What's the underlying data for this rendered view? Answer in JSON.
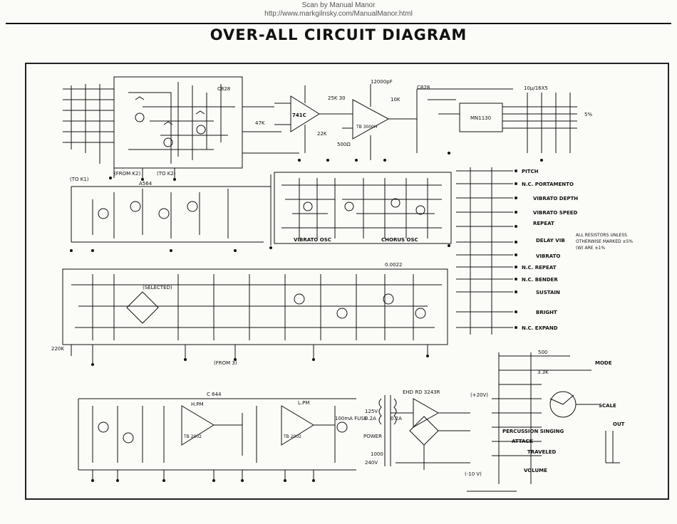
{
  "header": {
    "scan_credit": "Scan by Manual Manor",
    "scan_url": "http://www.markgilnsky.com/ManualManor.html",
    "title": "OVER-ALL CIRCUIT DIAGRAM"
  },
  "tone_generator": {
    "ic_741": "741C",
    "ic_tb": "TB 3000H",
    "r1": "22K",
    "r2": "47K",
    "r3": "500Ω",
    "r4": "10K",
    "c1": "12000pF",
    "c2": "C828",
    "c3": "C828",
    "r_25k": "25K 30",
    "from_k2": "(FROM K2)",
    "to_k1": "(TO K1)",
    "to_k2": "(TO K2)",
    "divider_ic": "MN1130"
  },
  "oscillators": {
    "vibrato_osc": "VIBRATO OSC",
    "chorus_osc": "CHORUS OSC",
    "a564": "A564"
  },
  "filter": {
    "selected": "(SELECTED)",
    "from_lbl": "(FROM 3)",
    "c_0022": "0.0022",
    "r_220k": "220K"
  },
  "switches": [
    "PITCH",
    "N.C. PORTAMENTO",
    "VIBRATO DEPTH",
    "VIBRATO SPEED",
    "REPEAT",
    "DELAY VIB",
    "VIBRATO",
    "N.C. REPEAT",
    "N.C. BENDER",
    "SUSTAIN",
    "BRIGHT",
    "N.C. EXPAND"
  ],
  "tolerance_note": {
    "line1": "ALL RESISTORS UNLESS",
    "line2": "OTHERWISE MARKED ±5%",
    "line3": "(W) ARE ±1%"
  },
  "right_side": {
    "percent": "5%",
    "caps": "10μ/16X5",
    "mode": "MODE",
    "scale": "SCALE",
    "out": "OUT",
    "r_33k": "3.3K",
    "key_500": "500"
  },
  "bottom": {
    "ic_left": "TB 2002",
    "ic_right": "TB 2002",
    "hpm": "H.PM",
    "lpm": "L.PM",
    "c644": "C 644",
    "fuse": "100mA FUSE",
    "power": "POWER",
    "r_100": "1000",
    "ehd": "EHD RD 3243R",
    "percussion": "PERCUSSION SINGING",
    "attack": "ATTACK",
    "traveled": "TRAVELED",
    "volume": "VOLUME",
    "mains1": "125V",
    "mains2": "240V",
    "mains_a": "0.2A",
    "mains_b": "0.2A",
    "vcc": "(+20V)",
    "vee": "(-10 V)"
  }
}
